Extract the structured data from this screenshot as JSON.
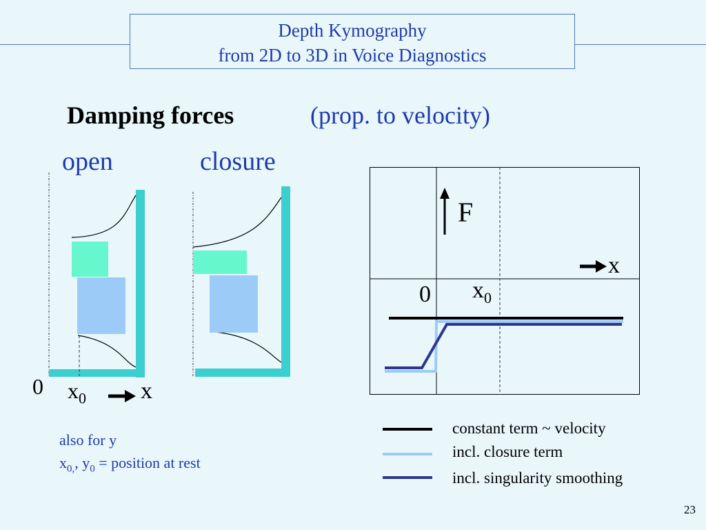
{
  "header": {
    "title_line1": "Depth Kymography",
    "title_line2": "from 2D to 3D in Voice Diagnostics"
  },
  "heading": {
    "main": "Damping forces",
    "sub": "(prop. to velocity)"
  },
  "labels": {
    "open": "open",
    "closure": "closure",
    "zero": "0",
    "x0_base": "x",
    "x0_sub": "0",
    "x_axis": "x"
  },
  "graph": {
    "f_label": "F",
    "x_label": "x",
    "zero": "0",
    "x0_base": "x",
    "x0_sub": "0"
  },
  "notes": {
    "line1": "also for  y",
    "line2_a": "x",
    "line2_a_sub": "0,",
    "line2_b": ", y",
    "line2_b_sub": "0",
    "line2_c": " = position at rest"
  },
  "legend": [
    {
      "label": "constant term ~ velocity",
      "color": "#000000"
    },
    {
      "label": "incl. closure term",
      "color": "#9ecbf3"
    },
    {
      "label": "incl. singularity smoothing",
      "color": "#2e3590"
    }
  ],
  "colors": {
    "teal": "#3ccfcf",
    "mint": "#66f7cc",
    "lightblue": "#9ccbf7",
    "title": "#1f3aa8"
  },
  "page_number": "23"
}
